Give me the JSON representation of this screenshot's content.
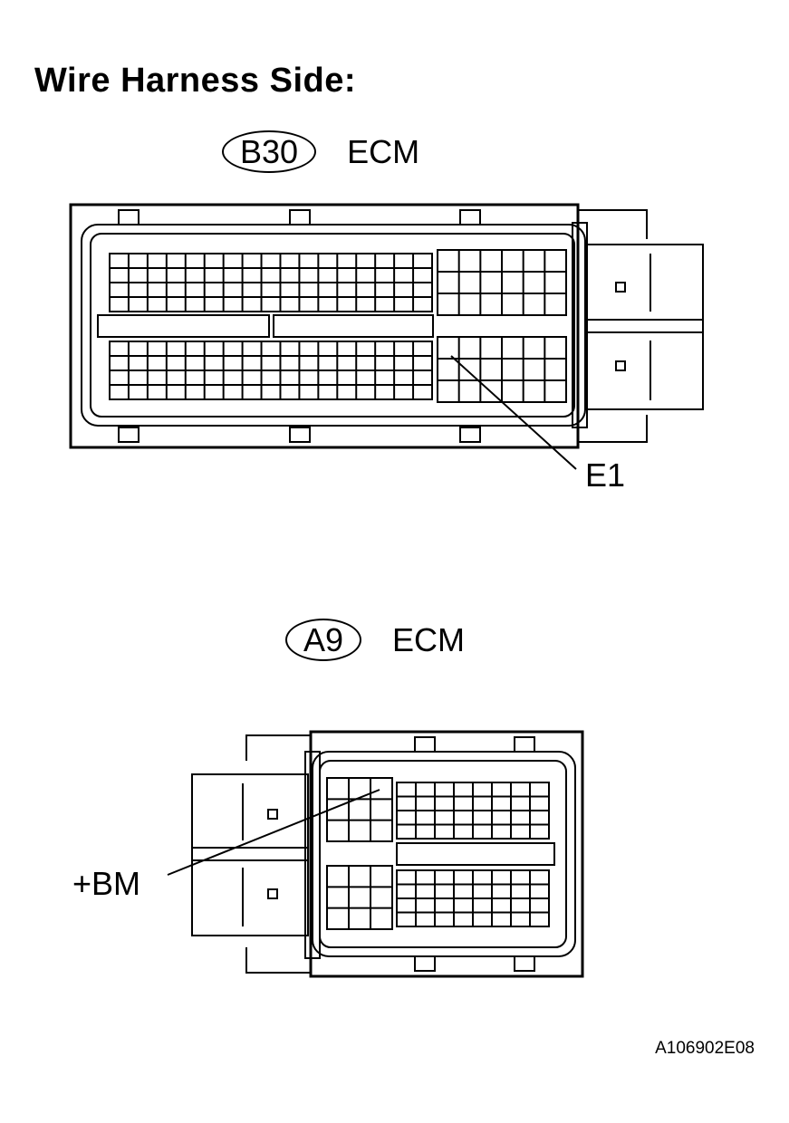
{
  "heading": "Wire Harness Side:",
  "connectors": [
    {
      "id": "B30",
      "name": "ECM",
      "terminal": "E1"
    },
    {
      "id": "A9",
      "name": "ECM",
      "terminal": "+BM"
    }
  ],
  "illustration_code": "A106902E08"
}
